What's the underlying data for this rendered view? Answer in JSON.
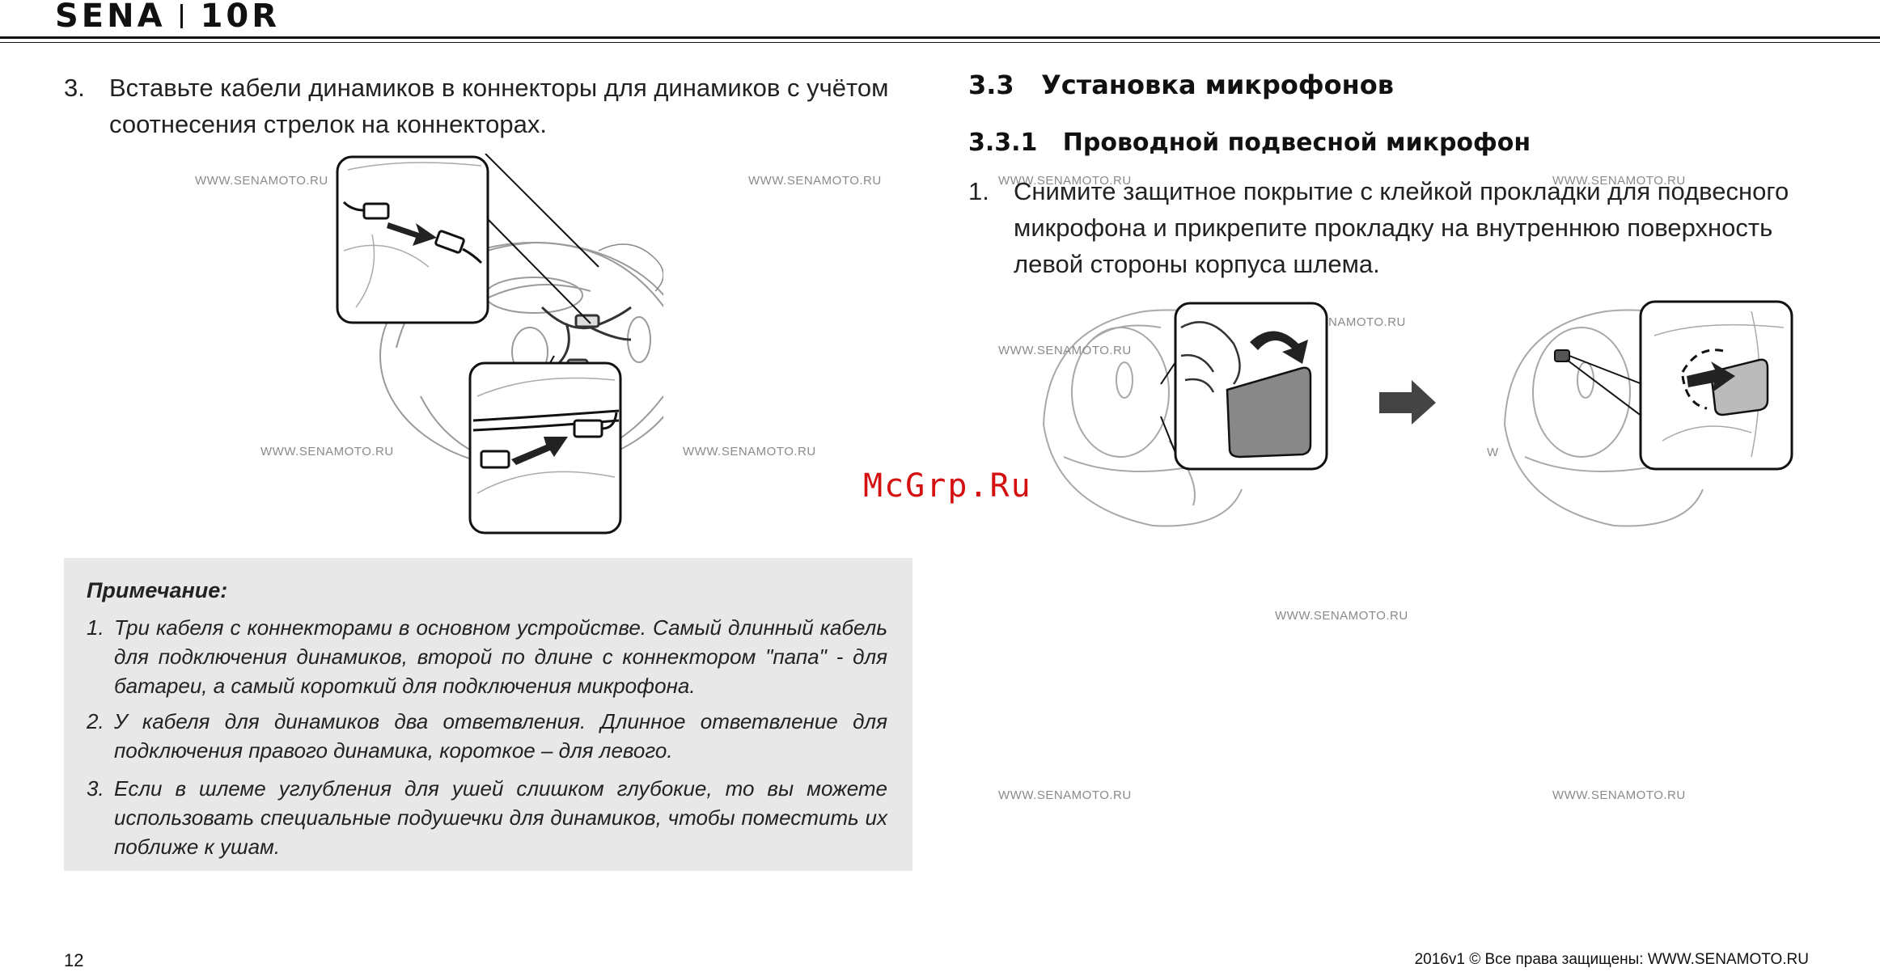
{
  "header": {
    "brand": "SENA",
    "model": "10R"
  },
  "left": {
    "step": {
      "number": "3.",
      "lines": [
        "Вставьте кабели динамиков в коннекторы для динамиков с учётом",
        "соотнесения стрелок на коннекторах."
      ]
    },
    "note": {
      "title": "Примечание:",
      "items": [
        {
          "number": "1.",
          "text": "Три кабеля с коннекторами в основном устройстве. Самый длинный кабель для подключения динамиков, второй по длине с коннектором \"папа\" - для батареи, а самый короткий для подключения микрофона."
        },
        {
          "number": "2.",
          "text": "У кабеля для динамиков два ответвления. Длинное ответвление для подключения правого динамика, короткое – для левого."
        },
        {
          "number": "3.",
          "text": "Если в шлеме углубления для ушей слишком глубокие, то вы можете использовать специальные подушечки для динамиков, чтобы поместить их поближе к ушам."
        }
      ]
    }
  },
  "right": {
    "section_title": "3.3   Установка микрофонов",
    "subsection_title": "3.3.1   Проводной подвесной микрофон",
    "step": {
      "number": "1.",
      "lines": [
        "Снимите защитное покрытие с клейкой прокладки для подвесного",
        "микрофона и прикрепите прокладку на внутреннюю поверхность",
        "левой стороны корпуса шлема."
      ]
    }
  },
  "watermarks": {
    "full": "WWW.SENAMOTO.RU",
    "partial_a": "NAMOTO.RU",
    "partial_b": "W"
  },
  "overlay_mark": "McGrp.Ru",
  "footer": {
    "page_number": "12",
    "copyright": "2016v1 © Все права защищены: WWW.SENAMOTO.RU"
  }
}
